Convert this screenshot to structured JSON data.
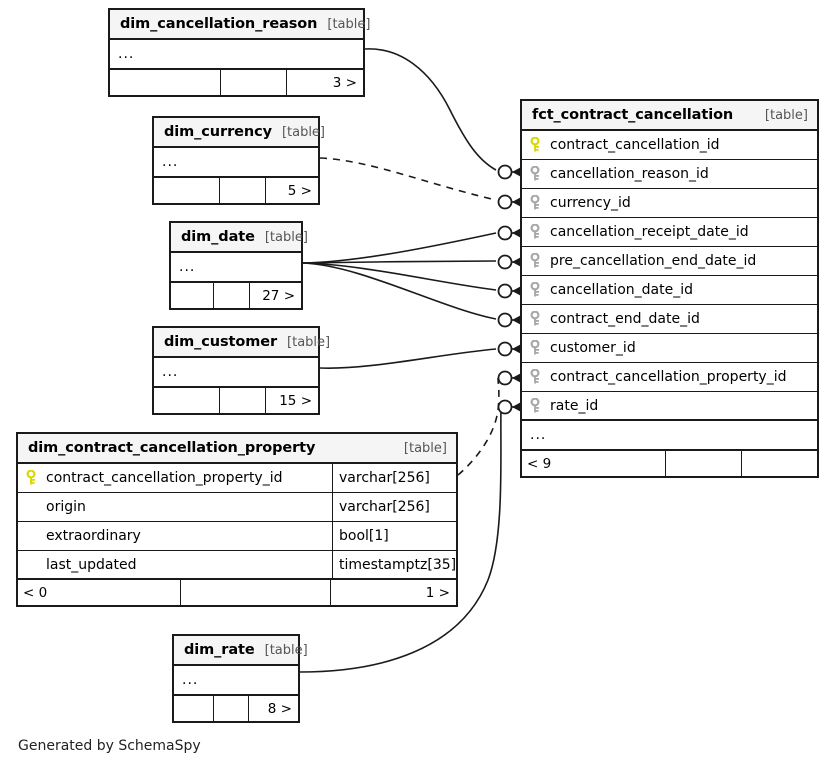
{
  "diagram": {
    "generator_note": "Generated by SchemaSpy",
    "table_tag": "[table]",
    "ellipsis": "...",
    "accent_primary_key_color": "#e8e800",
    "accent_foreign_key_color": "#a0a0a0",
    "header_fill": "#f5f5f5",
    "line_color": "#1a1a1a"
  },
  "tables": [
    {
      "id": "dim_cancellation_reason",
      "name": "dim_cancellation_reason",
      "tag": "[table]",
      "columns": [],
      "ellipsis": "...",
      "footer": {
        "left": "",
        "middle": "",
        "right": "3 >"
      }
    },
    {
      "id": "dim_currency",
      "name": "dim_currency",
      "tag": "[table]",
      "columns": [],
      "ellipsis": "...",
      "footer": {
        "left": "",
        "middle": "",
        "right": "5 >"
      }
    },
    {
      "id": "dim_date",
      "name": "dim_date",
      "tag": "[table]",
      "columns": [],
      "ellipsis": "...",
      "footer": {
        "left": "",
        "middle": "",
        "right": "27 >"
      }
    },
    {
      "id": "dim_customer",
      "name": "dim_customer",
      "tag": "[table]",
      "columns": [],
      "ellipsis": "...",
      "footer": {
        "left": "",
        "middle": "",
        "right": "15 >"
      }
    },
    {
      "id": "dim_contract_cancellation_property",
      "name": "dim_contract_cancellation_property",
      "tag": "[table]",
      "columns": [
        {
          "key": "primary",
          "name": "contract_cancellation_property_id",
          "type": "varchar[256]"
        },
        {
          "key": "none",
          "name": "origin",
          "type": "varchar[256]"
        },
        {
          "key": "none",
          "name": "extraordinary",
          "type": "bool[1]"
        },
        {
          "key": "none",
          "name": "last_updated",
          "type": "timestamptz[35]"
        }
      ],
      "ellipsis": null,
      "footer": {
        "left": "< 0",
        "middle": "",
        "right": "1 >"
      }
    },
    {
      "id": "dim_rate",
      "name": "dim_rate",
      "tag": "[table]",
      "columns": [],
      "ellipsis": "...",
      "footer": {
        "left": "",
        "middle": "",
        "right": "8 >"
      }
    },
    {
      "id": "fct_contract_cancellation",
      "name": "fct_contract_cancellation",
      "tag": "[table]",
      "columns": [
        {
          "key": "primary",
          "name": "contract_cancellation_id",
          "type": ""
        },
        {
          "key": "foreign",
          "name": "cancellation_reason_id",
          "type": ""
        },
        {
          "key": "foreign",
          "name": "currency_id",
          "type": ""
        },
        {
          "key": "foreign",
          "name": "cancellation_receipt_date_id",
          "type": ""
        },
        {
          "key": "foreign",
          "name": "pre_cancellation_end_date_id",
          "type": ""
        },
        {
          "key": "foreign",
          "name": "cancellation_date_id",
          "type": ""
        },
        {
          "key": "foreign",
          "name": "contract_end_date_id",
          "type": ""
        },
        {
          "key": "foreign",
          "name": "customer_id",
          "type": ""
        },
        {
          "key": "foreign",
          "name": "contract_cancellation_property_id",
          "type": ""
        },
        {
          "key": "foreign",
          "name": "rate_id",
          "type": ""
        }
      ],
      "ellipsis": "...",
      "footer": {
        "left": "< 9",
        "middle": "",
        "right": ""
      }
    }
  ],
  "relationships": [
    {
      "from": "dim_cancellation_reason",
      "to": "fct_contract_cancellation.cancellation_reason_id",
      "style": "solid"
    },
    {
      "from": "dim_currency",
      "to": "fct_contract_cancellation.currency_id",
      "style": "dashed"
    },
    {
      "from": "dim_date",
      "to": "fct_contract_cancellation.cancellation_receipt_date_id",
      "style": "solid"
    },
    {
      "from": "dim_date",
      "to": "fct_contract_cancellation.pre_cancellation_end_date_id",
      "style": "solid"
    },
    {
      "from": "dim_date",
      "to": "fct_contract_cancellation.cancellation_date_id",
      "style": "solid"
    },
    {
      "from": "dim_date",
      "to": "fct_contract_cancellation.contract_end_date_id",
      "style": "solid"
    },
    {
      "from": "dim_customer",
      "to": "fct_contract_cancellation.customer_id",
      "style": "solid"
    },
    {
      "from": "dim_contract_cancellation_property",
      "to": "fct_contract_cancellation.contract_cancellation_property_id",
      "style": "dashed"
    },
    {
      "from": "dim_rate",
      "to": "fct_contract_cancellation.rate_id",
      "style": "solid"
    }
  ]
}
